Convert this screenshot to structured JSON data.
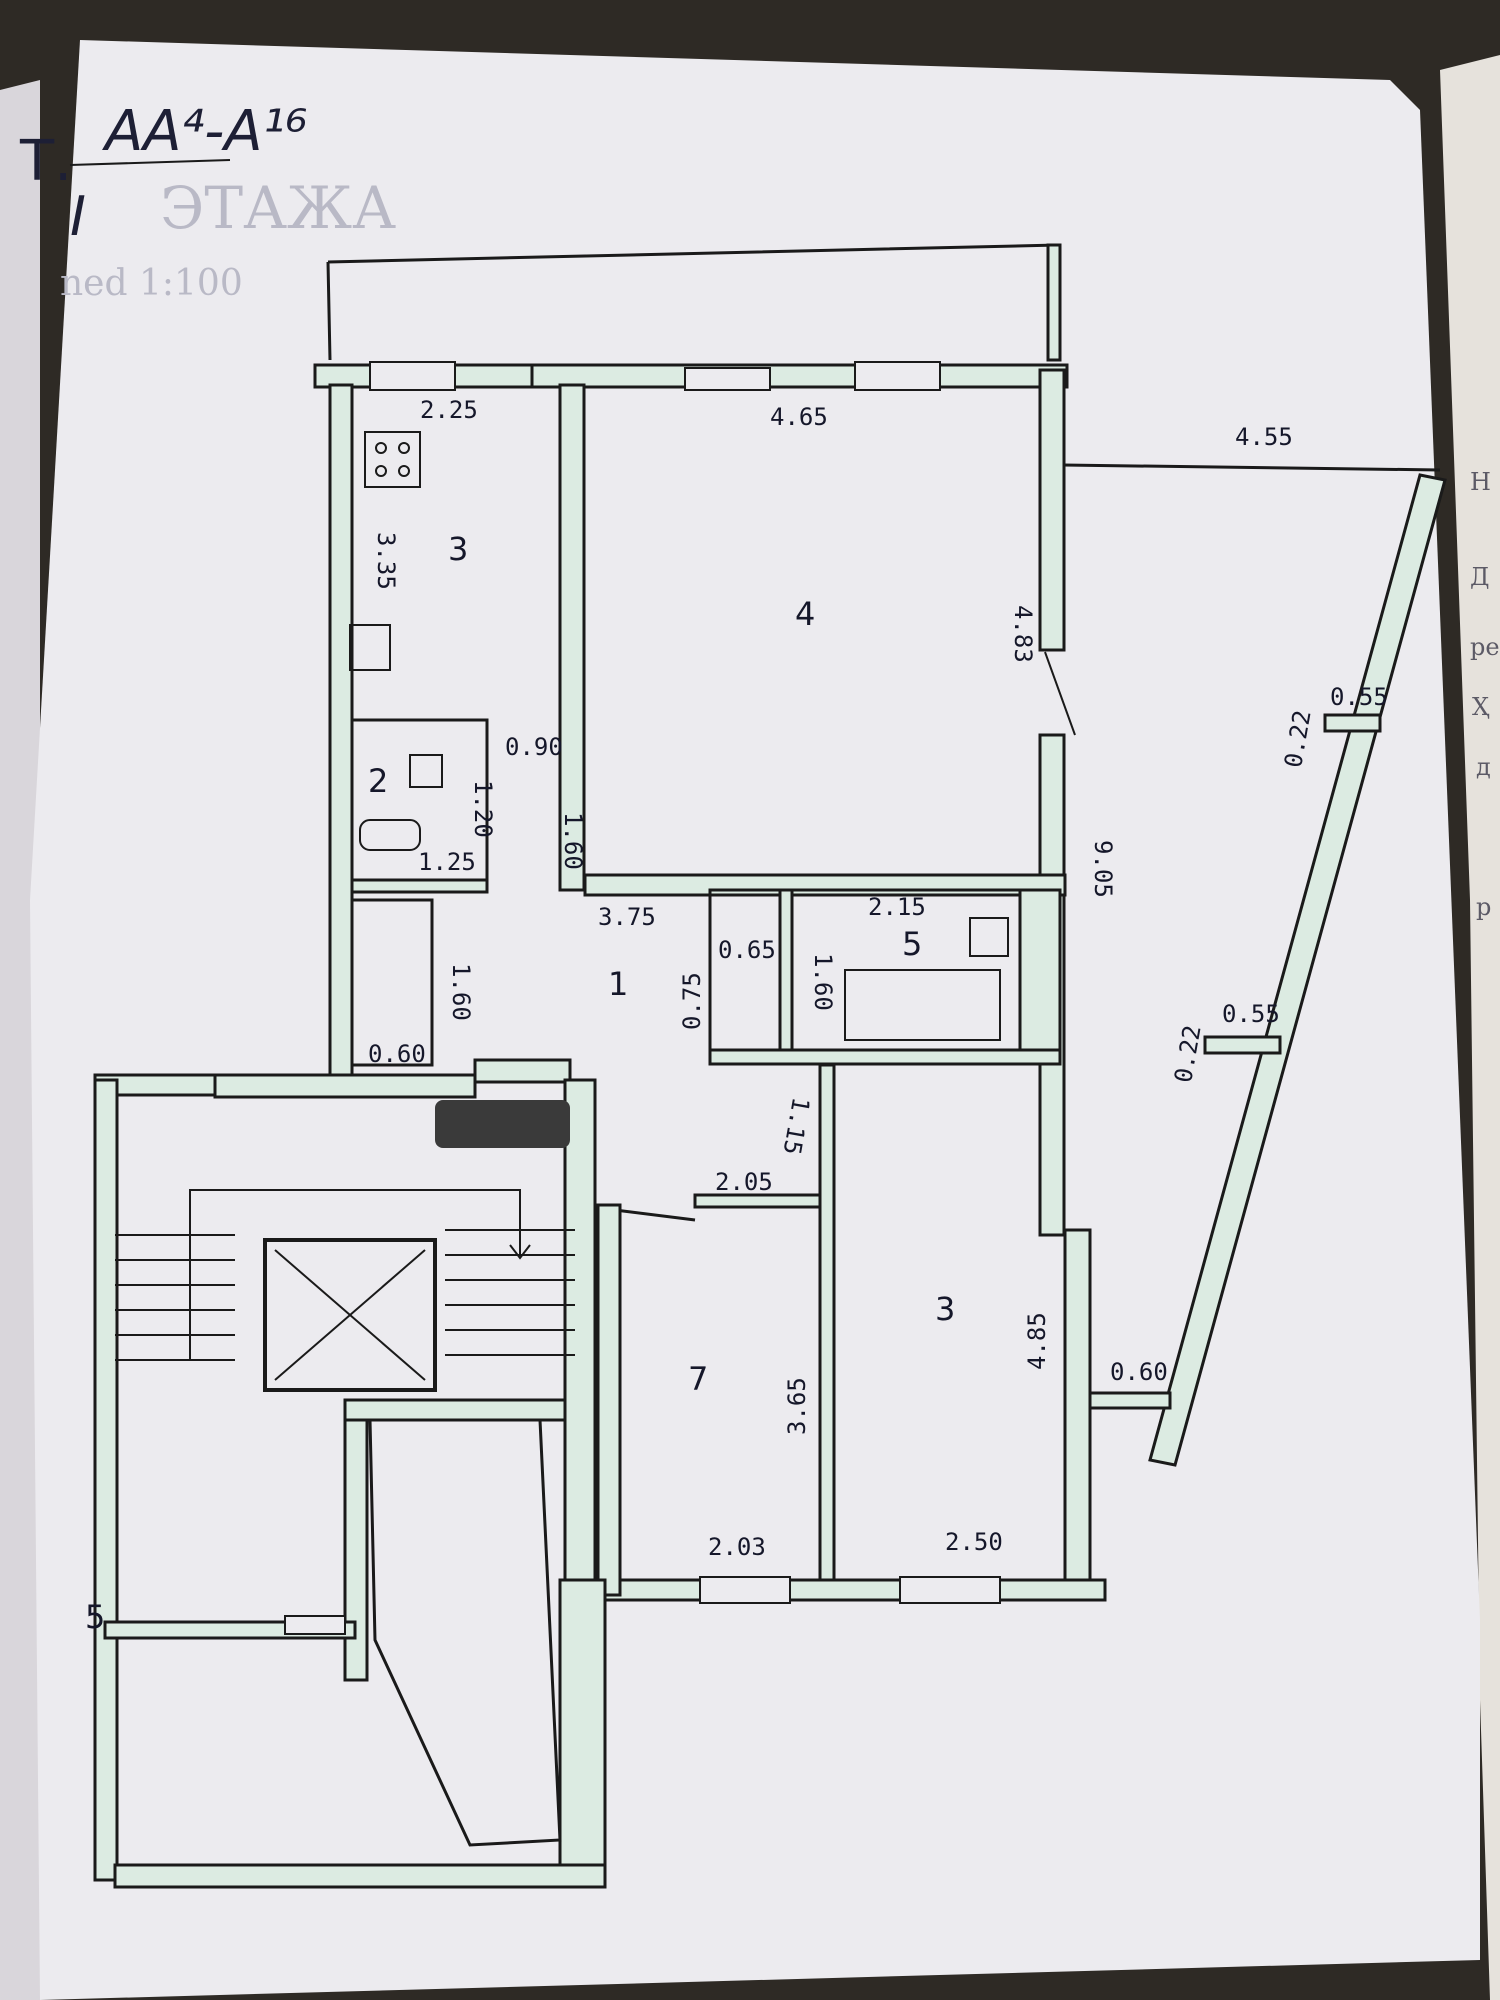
{
  "header": {
    "label_prefix": "Т.",
    "handwritten_code": "АА⁴-А¹⁶",
    "floor_numeral": "I",
    "stamp_text": "ЭТАЖА",
    "scale_text": "ned 1:100"
  },
  "rooms": [
    {
      "id": "kitchen",
      "number": "3"
    },
    {
      "id": "bathroom",
      "number": "2"
    },
    {
      "id": "living",
      "number": "4"
    },
    {
      "id": "hall",
      "number": "1"
    },
    {
      "id": "small",
      "number": "5"
    },
    {
      "id": "bed-left",
      "number": "7"
    },
    {
      "id": "bed-right",
      "number": "3"
    },
    {
      "id": "stair-mark",
      "number": "5"
    }
  ],
  "dimensions": {
    "kitchen_width": "2.25",
    "kitchen_height": "3.35",
    "living_width": "4.65",
    "living_height": "4.83",
    "balcony_width": "4.55",
    "bath_door": "0.90",
    "bath_height": "1.20",
    "bath_width": "1.25",
    "corridor_height": "1.60",
    "hall_width": "3.75",
    "closet_height": "1.60",
    "closet_width": "0.60",
    "small_width": "2.15",
    "small_height": "1.60",
    "small_left_width": "0.65",
    "small_left_height": "0.75",
    "right_wall_len": "9.05",
    "door_len": "1.15",
    "bed_left_top": "2.05",
    "bed_left_height": "3.65",
    "bed_right_height": "4.85",
    "bed_left_bottom": "2.03",
    "bed_right_bottom": "2.50",
    "balcony_side1": "0.55",
    "balcony_side1b": "0.22",
    "balcony_side2": "0.55",
    "balcony_side2b": "0.22",
    "balcony_end": "0.60"
  },
  "side_page_letters": [
    "Н",
    "Д",
    "ре",
    "Ҳ",
    "д",
    "р"
  ],
  "colors": {
    "paper": "#ecebef",
    "wall_fill": "#d5e8dd",
    "ink": "#1a1a1a"
  }
}
